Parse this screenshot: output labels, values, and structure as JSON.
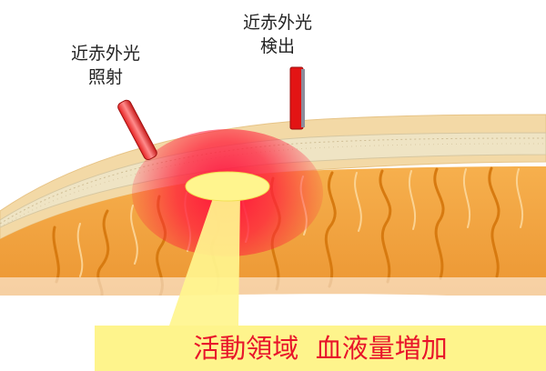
{
  "labels": {
    "irradiation": {
      "line1": "近赤外光",
      "line2": "照射"
    },
    "detection": {
      "line1": "近赤外光",
      "line2": "検出"
    }
  },
  "banner": {
    "text": "活動領域  血液量増加"
  },
  "colors": {
    "skin": "#f3d9a6",
    "skull": "#efe4c4",
    "brain": "#f3a23a",
    "sulcus": "#e58618",
    "activation": "#ff1e3c",
    "highlight": "#fff58e",
    "probe": "#e82020",
    "banner_bg": "#fef48c",
    "banner_text": "#e8142a"
  }
}
